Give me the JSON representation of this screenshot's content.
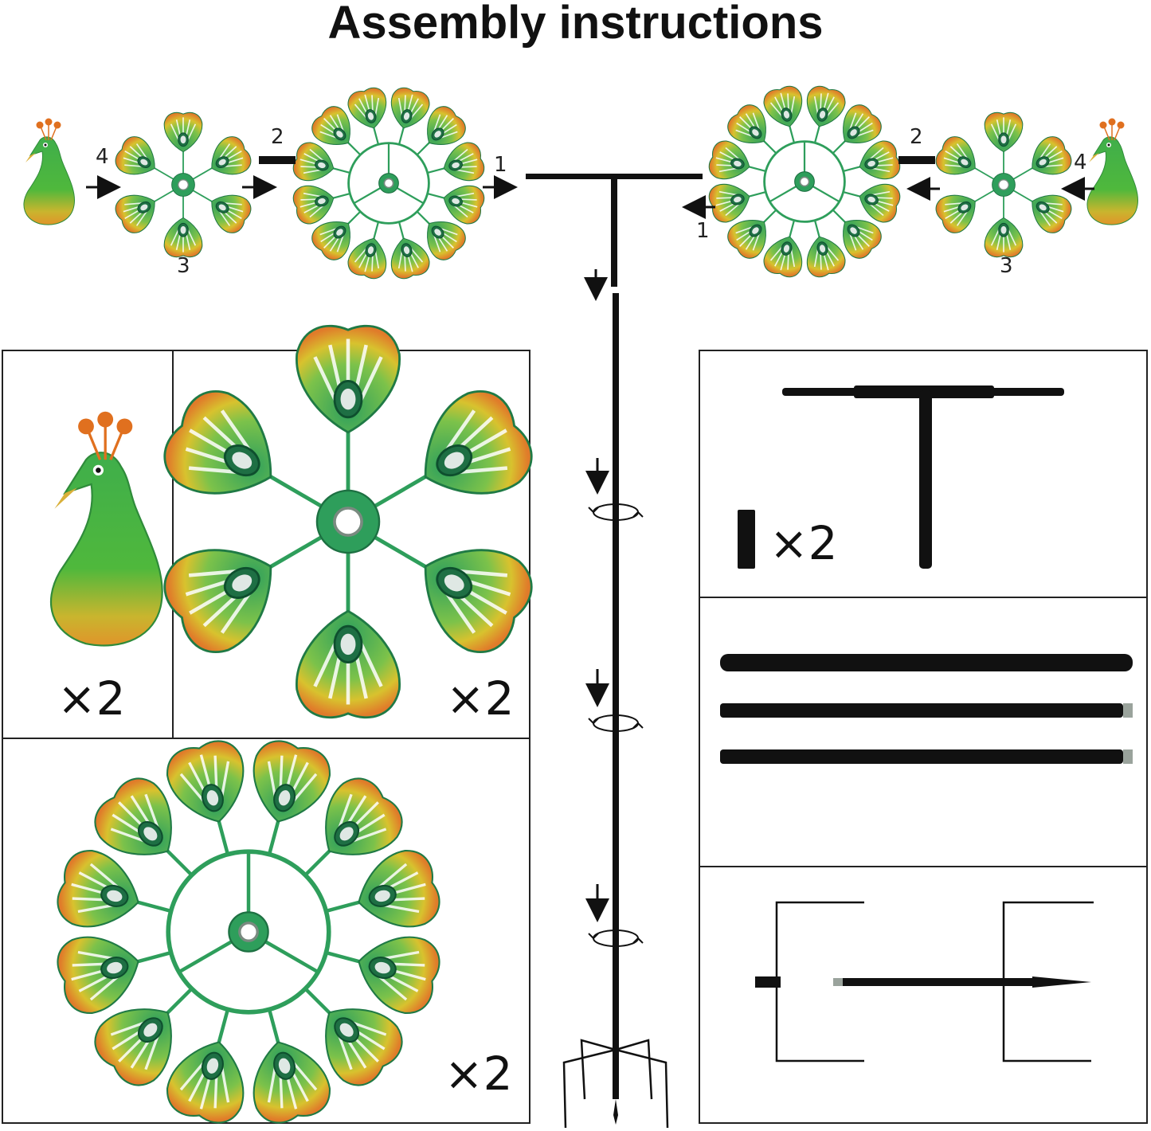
{
  "title": "Assembly instructions",
  "step_labels": {
    "left_head_to_small": "4",
    "left_small_under": "3",
    "left_sleeve": "2",
    "left_large_to_t": "1",
    "right_large_to_t": "1",
    "right_sleeve": "2",
    "right_small_under": "3",
    "right_head_to_small": "4"
  },
  "quantities": {
    "peacock_head": "×2",
    "small_wheel": "×2",
    "large_wheel": "×2",
    "sleeve": "×2"
  },
  "colors": {
    "ink": "#111111",
    "wheel_green": "#2e9e5b",
    "petal_orange": "#e07b2a",
    "petal_yellow": "#d8c22e",
    "panel_border": "#222222"
  },
  "icons": [
    "peacock-head-icon",
    "small-wheel-icon",
    "large-wheel-icon",
    "t-bar-icon",
    "pole-icon",
    "sleeve-icon",
    "stake-icon",
    "rotate-icon",
    "arrow-icon"
  ]
}
